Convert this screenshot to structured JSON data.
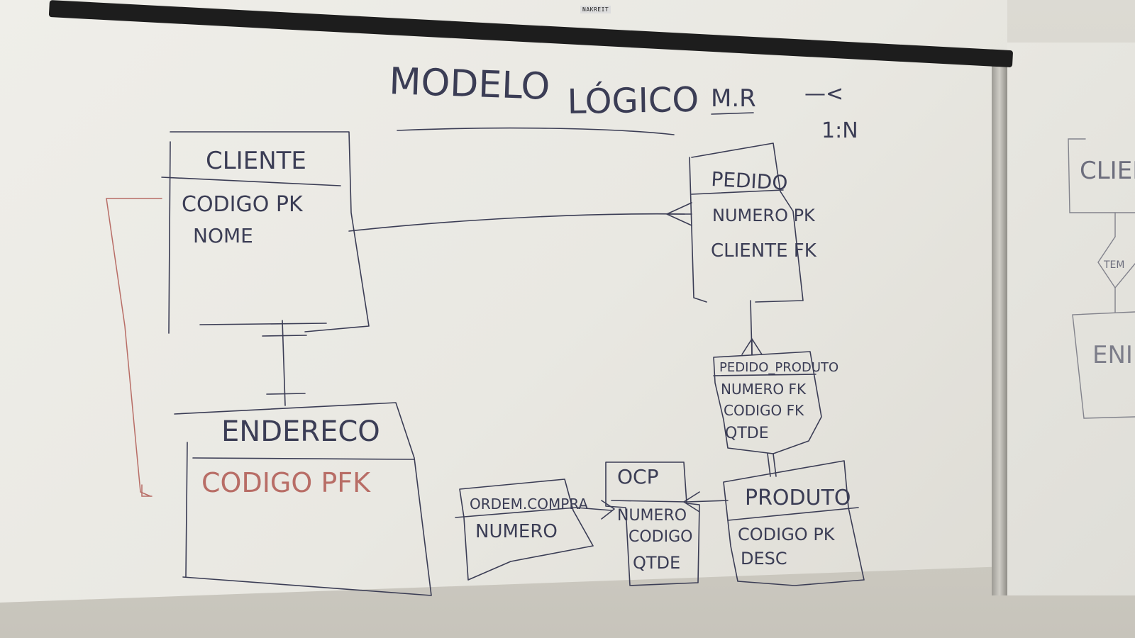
{
  "board": {
    "brand": "NAKREIT",
    "title": "MODELO",
    "title_word2": "LÓGICO",
    "title_word3": "M.R",
    "note_arrow": "—<",
    "note_label": "1:N"
  },
  "entities": {
    "cliente": {
      "name": "CLIENTE",
      "attrs": [
        "CODIGO  PK",
        "NOME"
      ]
    },
    "endereco": {
      "name": "ENDERECO",
      "attrs": [
        "CODIGO PFK"
      ]
    },
    "pedido": {
      "name": "PEDIDO",
      "attrs": [
        "NUMERO PK",
        "CLIENTE FK"
      ]
    },
    "pedido_produto": {
      "name": "PEDIDO_PRODUTO",
      "attrs": [
        "NUMERO FK",
        "CODIGO  FK",
        "QTDE"
      ]
    },
    "ordem_compra": {
      "name": "ORDEM.COMPRA",
      "attrs": [
        "NUMERO"
      ]
    },
    "ocp": {
      "name": "OCP",
      "attrs": [
        "NUMERO",
        "CODIGO",
        "QTDE"
      ]
    },
    "produto": {
      "name": "PRODUTO",
      "attrs": [
        "CODIGO  PK",
        "DESC"
      ]
    }
  },
  "right_board": {
    "partial_entity_1": "CLIEN",
    "diamond_label": "TEM",
    "partial_entity_2": "ENI"
  },
  "colors": {
    "ink_blue": "#3b3d55",
    "ink_red": "#b86d66"
  }
}
